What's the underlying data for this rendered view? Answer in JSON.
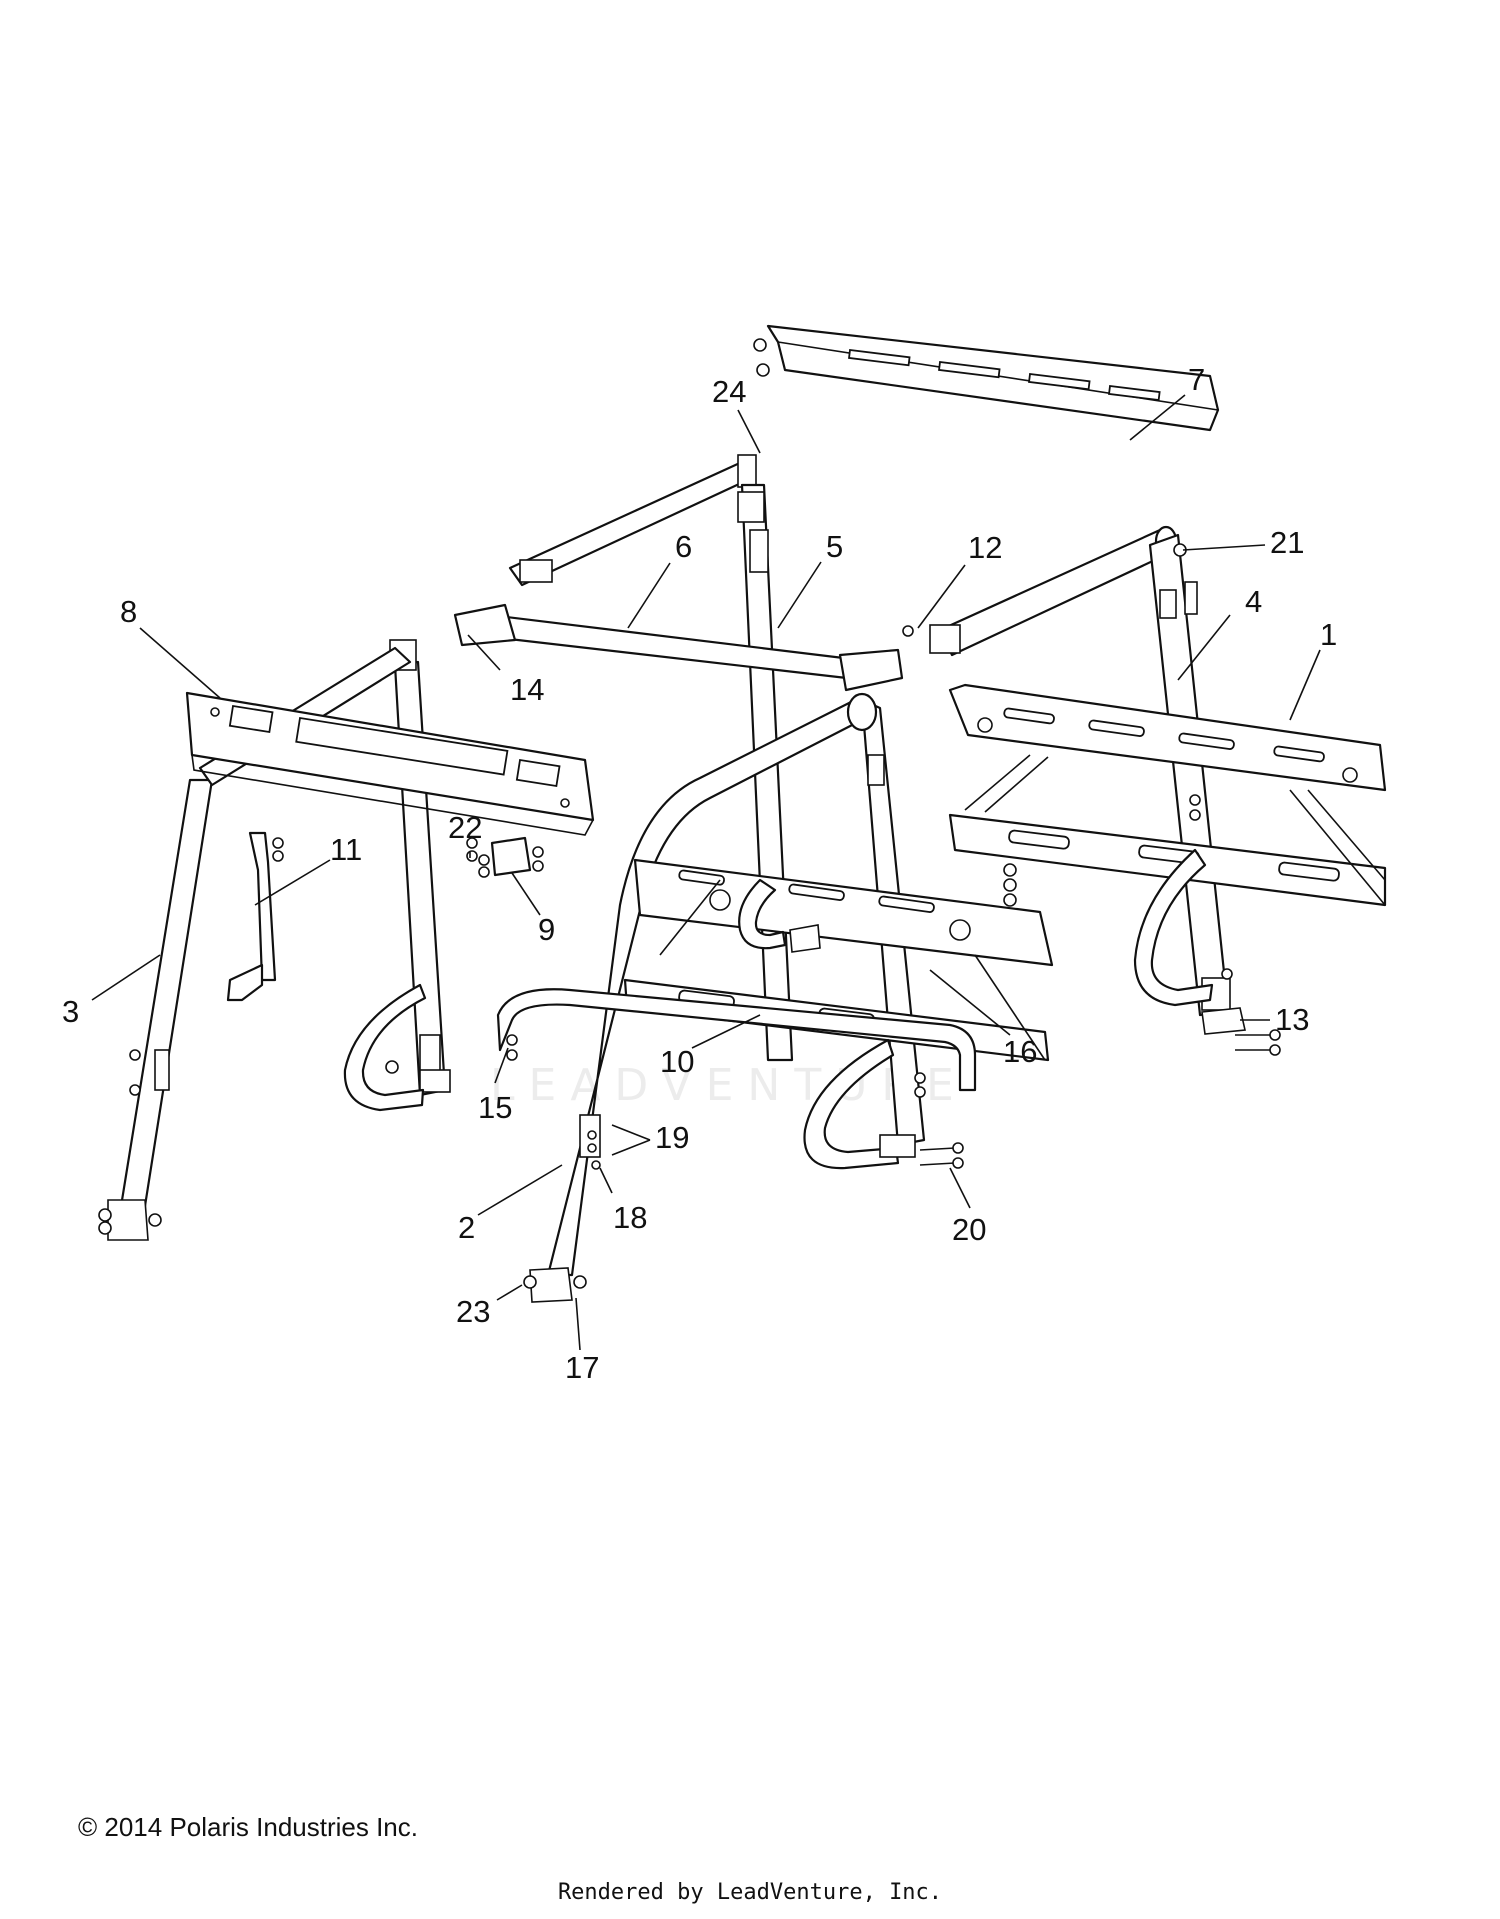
{
  "watermark": "LEADVENTURE",
  "copyright": "© 2014 Polaris Industries Inc.",
  "rendered_by": "Rendered by LeadVenture, Inc.",
  "callouts": {
    "c1": "1",
    "c2": "2",
    "c3": "3",
    "c4": "4",
    "c5": "5",
    "c6": "6",
    "c7": "7",
    "c8": "8",
    "c9": "9",
    "c10": "10",
    "c11": "11",
    "c12": "12",
    "c13": "13",
    "c14": "14",
    "c15": "15",
    "c16": "16",
    "c17": "17",
    "c18": "18",
    "c19": "19",
    "c20": "20",
    "c21": "21",
    "c22": "22",
    "c23": "23",
    "c24": "24"
  }
}
